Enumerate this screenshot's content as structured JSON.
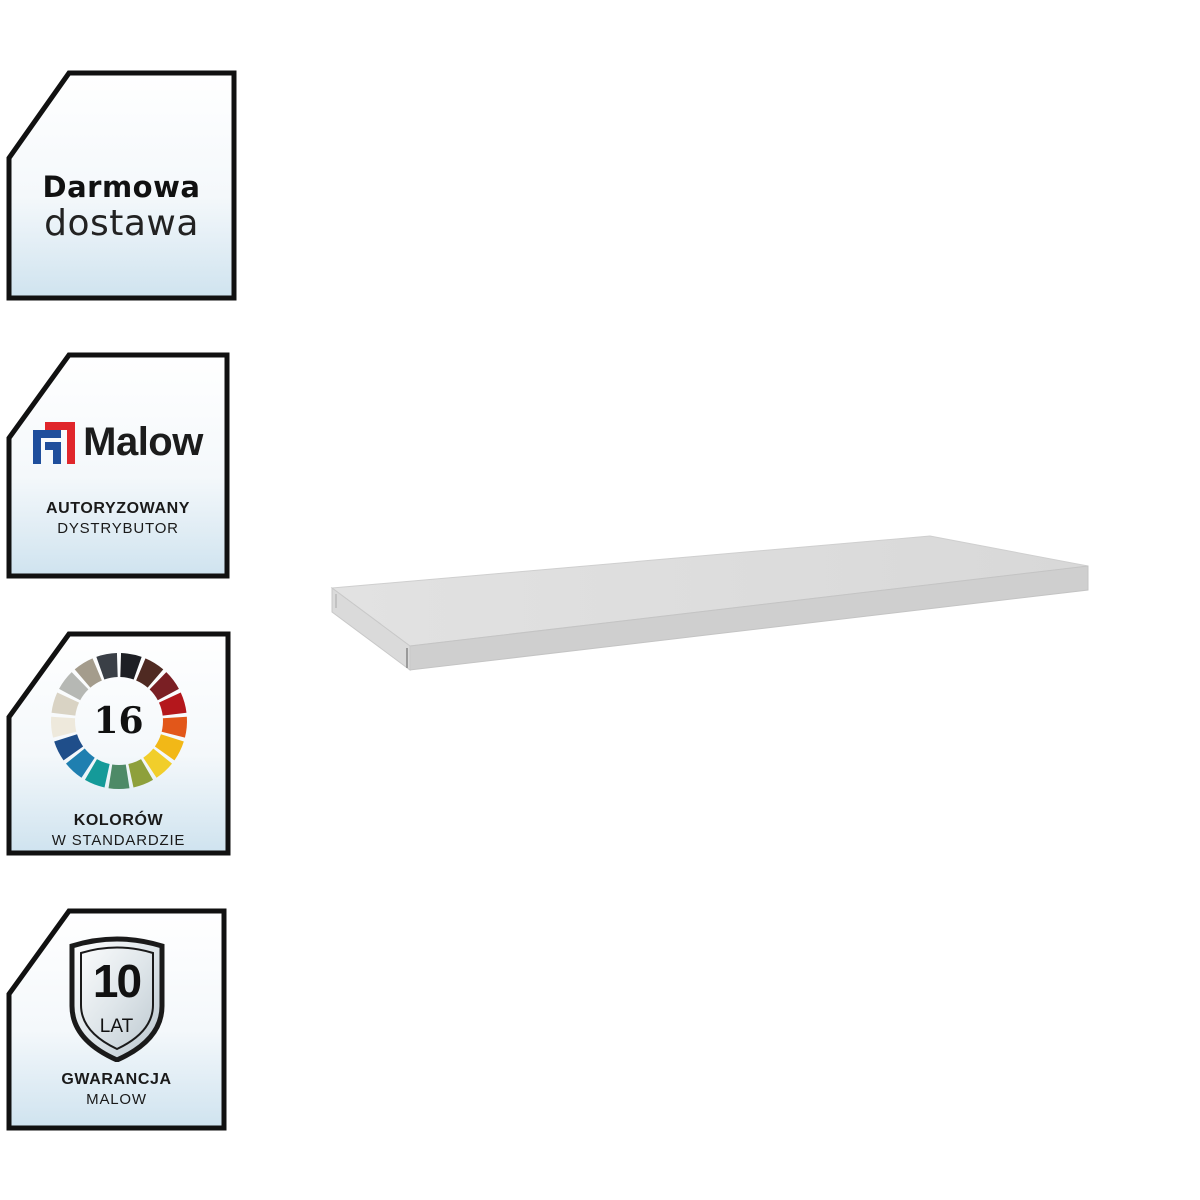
{
  "badges": {
    "delivery": {
      "line1": "Darmowa",
      "line2": "dostawa"
    },
    "distributor": {
      "brand": "Malow",
      "line1": "AUTORYZOWANY",
      "line2": "DYSTRYBUTOR"
    },
    "colors": {
      "number": "16",
      "line1": "KOLORÓW",
      "line2": "W STANDARDZIE",
      "palette": [
        "#1d1f24",
        "#4f2a22",
        "#7a1f24",
        "#b4171c",
        "#e2571a",
        "#f2b817",
        "#f1ce2b",
        "#8ea03b",
        "#4e8a67",
        "#149a99",
        "#1f7fb0",
        "#1f4e8a",
        "#eee9dc",
        "#d9d3c4",
        "#b6b8b4",
        "#a49c8c",
        "#3a3f46"
      ]
    },
    "warranty": {
      "number": "10",
      "unit": "LAT",
      "line1": "GWARANCJA",
      "line2": "MALOW"
    }
  },
  "product": {
    "name": "shelf-panel",
    "color": "#dcdcdc"
  },
  "theme": {
    "border": "#111111",
    "gradient_top": "#ffffff",
    "gradient_bottom": "#cfe3ef",
    "brand_blue": "#1f4e9c",
    "brand_red": "#e0262b"
  }
}
